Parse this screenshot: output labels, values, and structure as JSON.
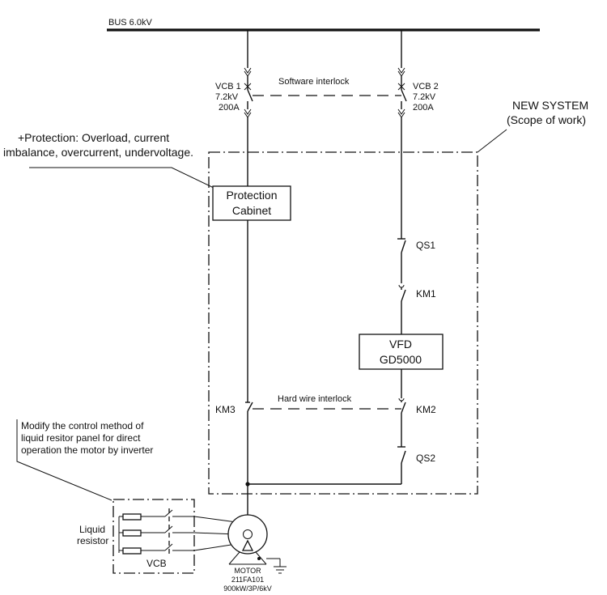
{
  "bus": {
    "label": "BUS 6.0kV"
  },
  "vcb1": {
    "name": "VCB 1",
    "voltage": "7.2kV",
    "current": "200A"
  },
  "vcb2": {
    "name": "VCB 2",
    "voltage": "7.2kV",
    "current": "200A"
  },
  "software_interlock": "Software interlock",
  "hard_wire_interlock": "Hard wire interlock",
  "new_system": {
    "line1": "NEW SYSTEM",
    "line2": "(Scope of work)"
  },
  "protection_note": {
    "line1": "+Protection: Overload, current",
    "line2": "imbalance, overcurrent, undervoltage."
  },
  "protection_cabinet": {
    "line1": "Protection",
    "line2": "Cabinet"
  },
  "vfd": {
    "line1": "VFD",
    "line2": "GD5000"
  },
  "switches": {
    "qs1": "QS1",
    "km1": "KM1",
    "km2": "KM2",
    "km3": "KM3",
    "qs2": "QS2"
  },
  "modify_note": {
    "line1": "Modify the control method of",
    "line2": "liquid resitor panel for direct",
    "line3": "operation the motor by inverter"
  },
  "liquid_resistor": {
    "line1": "Liquid",
    "line2": "resistor",
    "vcb": "VCB"
  },
  "motor": {
    "name": "MOTOR",
    "tag": "211FA101",
    "rating": "900kW/3P/6kV"
  },
  "icons": [
    "circuit-breaker-icon",
    "switch-icon",
    "resistor-icon",
    "motor-icon",
    "ground-icon"
  ]
}
